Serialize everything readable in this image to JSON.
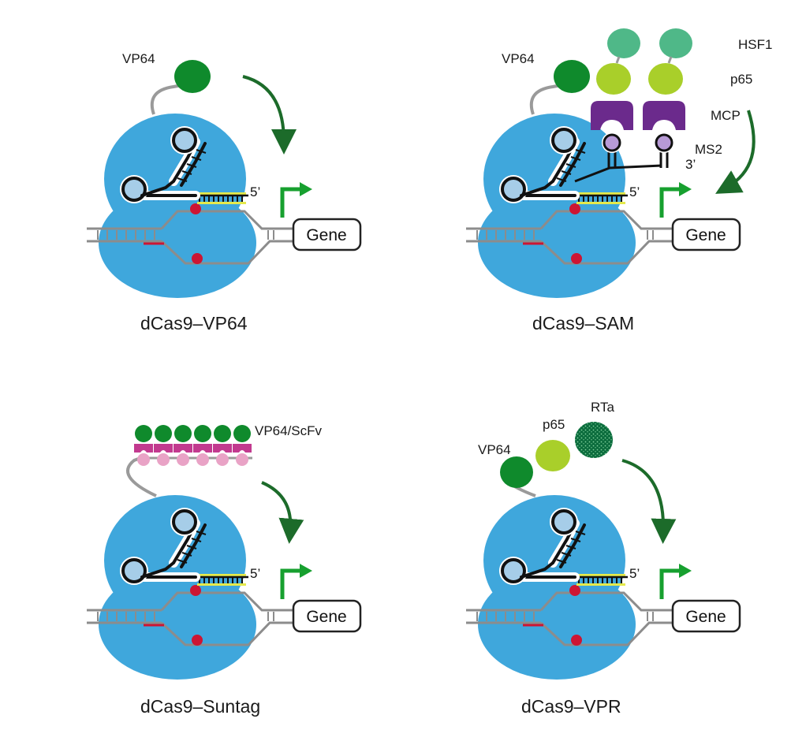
{
  "colors": {
    "cas9": "#3fa7dc",
    "vp64": "#0f8a2c",
    "p65": "#a9cf2a",
    "hsf1": "#4fb888",
    "rta": "#0a6b3c",
    "mcp": "#6b2a8c",
    "ms2": "#b79ad6",
    "scfv": "#c23a8f",
    "gcn4": "#e9a3c6",
    "arrow": "#1c6b2a",
    "promoter": "#17a02f",
    "guide_fill": "#a6cde8",
    "pam": "#cc1533",
    "spacer": "#e5ea4c",
    "dna": "#8c8c8c"
  },
  "common": {
    "gene_label": "Gene",
    "five_prime": "5’",
    "three_prime": "3’"
  },
  "panels": [
    {
      "id": "vp64",
      "caption": "dCas9–VP64",
      "labels": {
        "vp64": "VP64"
      }
    },
    {
      "id": "sam",
      "caption": "dCas9–SAM",
      "labels": {
        "vp64": "VP64",
        "hsf1": "HSF1",
        "p65": "p65",
        "mcp": "MCP",
        "ms2": "MS2"
      }
    },
    {
      "id": "suntag",
      "caption": "dCas9–Suntag",
      "labels": {
        "vp64_scfv": "VP64/ScFv"
      }
    },
    {
      "id": "vpr",
      "caption": "dCas9–VPR",
      "labels": {
        "vp64": "VP64",
        "p65": "p65",
        "rta": "RTa"
      }
    }
  ]
}
